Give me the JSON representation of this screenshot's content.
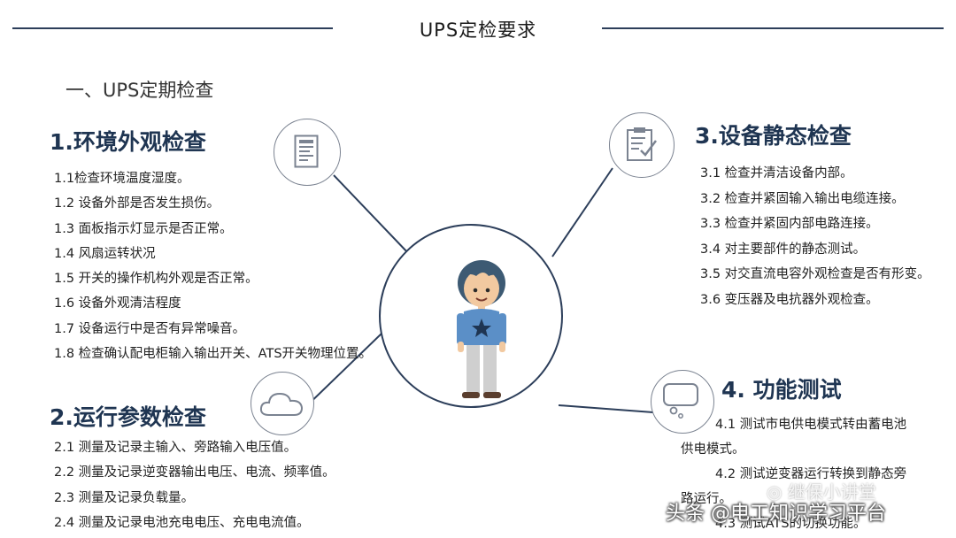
{
  "header": {
    "title": "UPS定检要求"
  },
  "subtitle": "一、UPS定期检查",
  "sections": {
    "s1": {
      "heading": "1.环境外观检查",
      "items": [
        "1.1检查环境温度湿度。",
        "1.2  设备外部是否发生损伤。",
        "1.3  面板指示灯显示是否正常。",
        "1.4  风扇运转状况",
        "1.5  开关的操作机构外观是否正常。",
        "1.6  设备外观清洁程度",
        "1.7  设备运行中是否有异常噪音。",
        "1.8  检查确认配电柜输入输出开关、ATS开关物理位置。"
      ]
    },
    "s2": {
      "heading": "2.运行参数检查",
      "items": [
        "2.1  测量及记录主输入、旁路输入电压值。",
        "2.2  测量及记录逆变器输出电压、电流、频率值。",
        "2.3  测量及记录负载量。",
        "2.4  测量及记录电池充电电压、充电电流值。"
      ]
    },
    "s3": {
      "heading": "3.设备静态检查",
      "items": [
        "3.1  检查并清洁设备内部。",
        "3.2  检查并紧固输入输出电缆连接。",
        "3.3  检查并紧固内部电路连接。",
        "3.4  对主要部件的静态测试。",
        "3.5  对交直流电容外观检查是否有形变。",
        "3.6  变压器及电抗器外观检查。"
      ]
    },
    "s4": {
      "heading": "4. 功能测试",
      "lines": [
        "4.1  测试市电供电模式转由蓄电池",
        "供电模式。",
        "4.2  测试逆变器运行转换到静态旁",
        "路运行。",
        "4.3  测试ATS的切换功能。"
      ]
    }
  },
  "icons": {
    "s1": "document-icon",
    "s2": "cloud-icon",
    "s3": "clipboard-checklist-icon",
    "s4": "speech-bubble-icon",
    "center": "person-illustration"
  },
  "watermarks": {
    "wechat": "继保小讲堂",
    "toutiao": "头条 @电工知识学习平台"
  },
  "colors": {
    "heading": "#1f3552",
    "rule": "#2c3e5a",
    "icon_stroke": "#7b8391",
    "shirt": "#5b8fc7",
    "hair": "#3d5a73"
  }
}
